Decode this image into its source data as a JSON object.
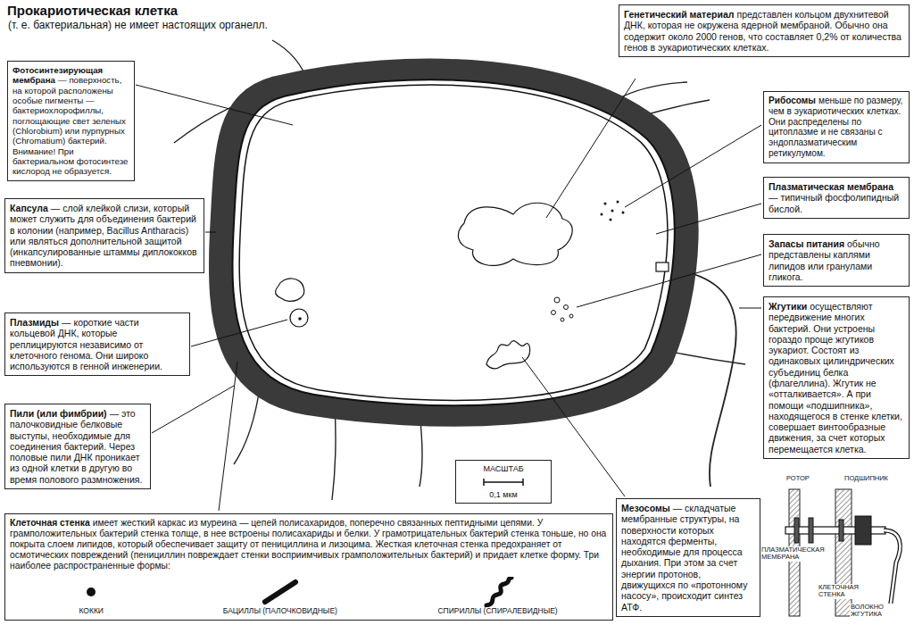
{
  "diagram": {
    "title": "Прокариотическая клетка",
    "nodes": [
      {
        "text": [
          "Фотосинтезирующая мембрана",
          "— поверхность, на которой расположены особые пигменты — бактериохлорофиллы, поглощающие свет зеленых (Chlorobium) или пурпурных (Chromatium) бактерий. Внимание! При бактериальном фотосинтезе кислород не образуется."
        ]
      },
      {
        "text": [
          "Капсула",
          "— слой клейкой слизи, который может служить для объединения бактерий в колонии (например, Bacillus Antharacis) или являться дополнительной защитой (инкапсулированные штаммы диплококков пневмонии)."
        ]
      },
      {
        "text": [
          "Плазмиды",
          "— короткие части кольцевой ДНК, которые реплицируются независимо от клеточного генома. Они широко используются в генной инженерии."
        ]
      },
      {
        "text": [
          "Пили (или фимбрии)",
          "— это палочковидные белковые выступы, необходимые для соединения бактерий. Через половые пили ДНК проникает из одной клетки в другую во время полового размножения."
        ]
      },
      {
        "text": [
          "Клеточная стенка",
          "имеет жесткий каркас из муреина — цепей полисахаридов, поперечно связанных пептидными цепями. У грамположительных бактерий стенка толще, в нее встроены полисахариды и белки. У грамотрицательных бактерий стенка тоньше, но она покрыта слоем липидов, который обеспечивает защиту от пенициллина и лизоцима. Жесткая клеточная стенка предохраняет от осмотических повреждений (пенициллин повреждает стенки восприимчивых грамположительных бактерий) и придает клетке форму. Три наиболее распространенные формы:",
          "КОККИ",
          "БАЦИЛЛЫ (ПАЛОЧКОВИДНЫЕ)",
          "СПИРИЛЛЫ (СПИРАЛЕВИДНЫЕ)"
        ]
      },
      {
        "text": [
          "Генетический материал",
          "представлен кольцом двухнитевой ДНК, которая не окружена ядерной мембраной. Обычно она содержит около 2000 генов, что составляет 0,2% от количества генов в эукариотических клетках."
        ]
      },
      {
        "text": [
          "Рибосомы",
          "меньше по размеру, чем в эукариотических клетках. Они распределены по цитоплазме и не связаны с эндоплазматическим ретикулумом."
        ]
      },
      {
        "text": [
          "Плазматическая мембрана",
          "— типичный фосфолипидный бислой."
        ]
      },
      {
        "text": [
          "Запасы питания",
          "обычно представлены каплями липидов или гранулами гликога."
        ]
      },
      {
        "text": [
          "Жгутики",
          "осуществляют передвижение многих бактерий. Они устроены гораздо проще жгутиков эукариот. Состоят из одинаковых цилиндрических субъединиц белка (флагеллина). Жгутик не «отталкивается». А при помощи «подшипника», находящегося в стенке клетки, совершает винтообразные движения, за счет которых перемещается клетка."
        ]
      },
      {
        "text": [
          "Мезосомы",
          "— складчатые мембранные структуры, на поверхности которых находятся ферменты, необходимые для процесса дыхания. При этом за счет энергии протонов, движущихся по «протонному насосу», происходит синтез АТФ."
        ]
      },
      {
        "text": [
          "МАСШТАБ",
          "0,1 мкм"
        ]
      }
    ],
    "labels": [
      "(т. е. бактериальная) не имеет настоящих органелл.",
      "РОТОР",
      "ПОДШИПНИК",
      "ПЛАЗМАТИЧЕСКАЯ МЕМБРАНА",
      "КЛЕТОЧНАЯ СТЕНКА",
      "ВОЛОКНО ЖГУТИКА"
    ]
  }
}
